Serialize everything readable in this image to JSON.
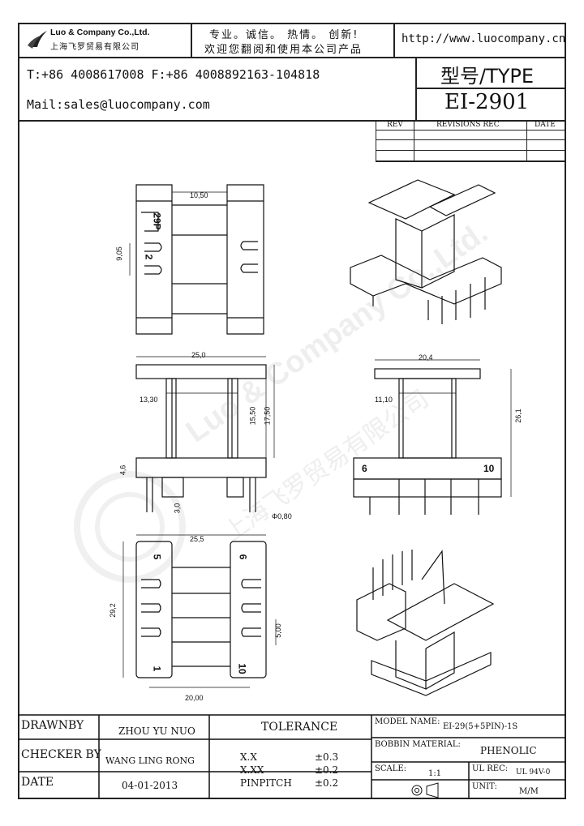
{
  "header": {
    "company_name": "Luo & Company Co.,Ltd.",
    "company_cn": "上海飞罗贸易有限公司",
    "slogan_line1": "专业。诚信。 热情。 创新!",
    "slogan_line2": "欢迎您翻阅和使用本公司产品",
    "website": "http://www.luocompany.cn",
    "phone_fax": "T:+86 4008617008 F:+86 4008892163-104818",
    "mail": "Mail:sales@luocompany.com",
    "type_label": "型号/TYPE",
    "type_value": "EI-2901"
  },
  "revisions": {
    "col_rev": "REV",
    "col_rec": "REVISIONS REC",
    "col_date": "DATE"
  },
  "drawing": {
    "top_view": {
      "dim_a": "10,50",
      "dim_b": "9,05",
      "mark_1": "29P",
      "mark_2": "2"
    },
    "front_view": {
      "width": "25,0",
      "inner": "13,30",
      "h1": "15,50",
      "h2": "17,50",
      "base": "4,6",
      "pin_len": "3,0",
      "pin_dia": "Φ0,80"
    },
    "side_view": {
      "width": "20,4",
      "inner": "11,10",
      "height": "26,1",
      "pin_left": "6",
      "pin_right": "10"
    },
    "bottom_view": {
      "width": "25,5",
      "height": "29,2",
      "pitch": "5,00",
      "spacing": "20,00",
      "pin_tl": "5",
      "pin_bl": "1",
      "pin_tr": "6",
      "pin_br": "10"
    },
    "watermark_en": "Luo & Company Co.,Ltd.",
    "watermark_cn": "上海飞罗贸易有限公司"
  },
  "title_block": {
    "drawnby_label": "DRAWNBY",
    "drawnby_value": "ZHOU YU NUO",
    "checker_label": "CHECKER BY",
    "checker_value": "WANG LING RONG",
    "date_label": "DATE",
    "date_value": "04-01-2013",
    "tolerance_label": "TOLERANCE",
    "tol_xx_label": "X.X",
    "tol_xx_value": "±0.3",
    "tol_xxx_label": "X.XX",
    "tol_xxx_value": "±0.2",
    "tol_pin_label": "PINPITCH",
    "tol_pin_value": "±0.2",
    "model_label": "MODEL NAME:",
    "model_value": "EI-29(5+5PIN)-1S",
    "bobbin_label": "BOBBIN MATERIAL:",
    "bobbin_value": "PHENOLIC",
    "scale_label": "SCALE:",
    "scale_value": "1:1",
    "ul_label": "UL REC:",
    "ul_value": "UL 94V-0",
    "unit_label": "UNIT:",
    "unit_value": "M/M"
  }
}
